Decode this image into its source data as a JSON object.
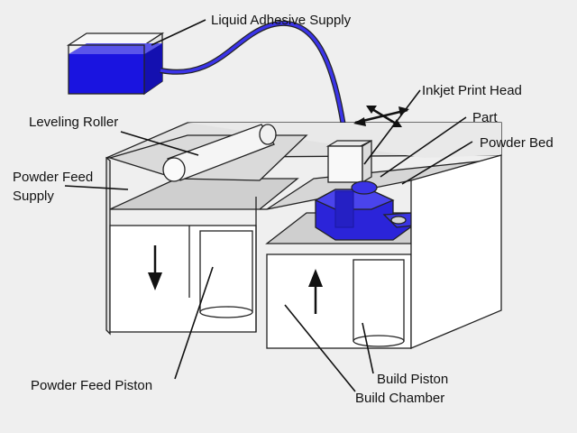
{
  "labels": {
    "liquid_adhesive_supply": "Liquid Adhesive Supply",
    "inkjet_print_head": "Inkjet Print Head",
    "part": "Part",
    "powder_bed": "Powder Bed",
    "leveling_roller": "Leveling Roller",
    "powder_feed_supply_line1": "Powder Feed",
    "powder_feed_supply_line2": "Supply",
    "powder_feed_piston": "Powder Feed Piston",
    "build_piston": "Build Piston",
    "build_chamber": "Build Chamber"
  },
  "colors": {
    "background": "#efefef",
    "adhesive_blue": "#1a14e0",
    "part_blue": "#2b24d9",
    "outline": "#222222",
    "powder_gray": "#d4d4d4",
    "panel_white": "#ffffff"
  }
}
